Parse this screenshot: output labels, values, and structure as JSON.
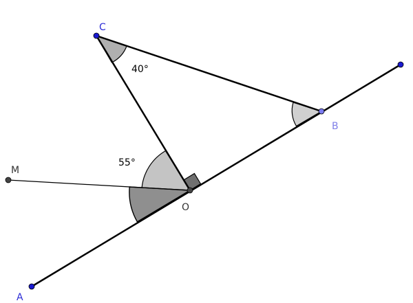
{
  "figure": {
    "points": {
      "A": {
        "label": "A"
      },
      "B": {
        "label": "B"
      },
      "C": {
        "label": "C"
      },
      "O": {
        "label": "O"
      },
      "M": {
        "label": "M"
      }
    },
    "angles": {
      "angle_C": "40°",
      "angle_COX": "55°"
    },
    "colors": {
      "segment": "#000000",
      "point_blue": "#1a1ad0",
      "point_lightblue": "#7b7bf0",
      "point_dark": "#333333",
      "angle_fill_light": "#c8c8c8",
      "angle_fill_mid": "#b0b0b0",
      "angle_fill_dark": "#8a8a8a"
    }
  }
}
